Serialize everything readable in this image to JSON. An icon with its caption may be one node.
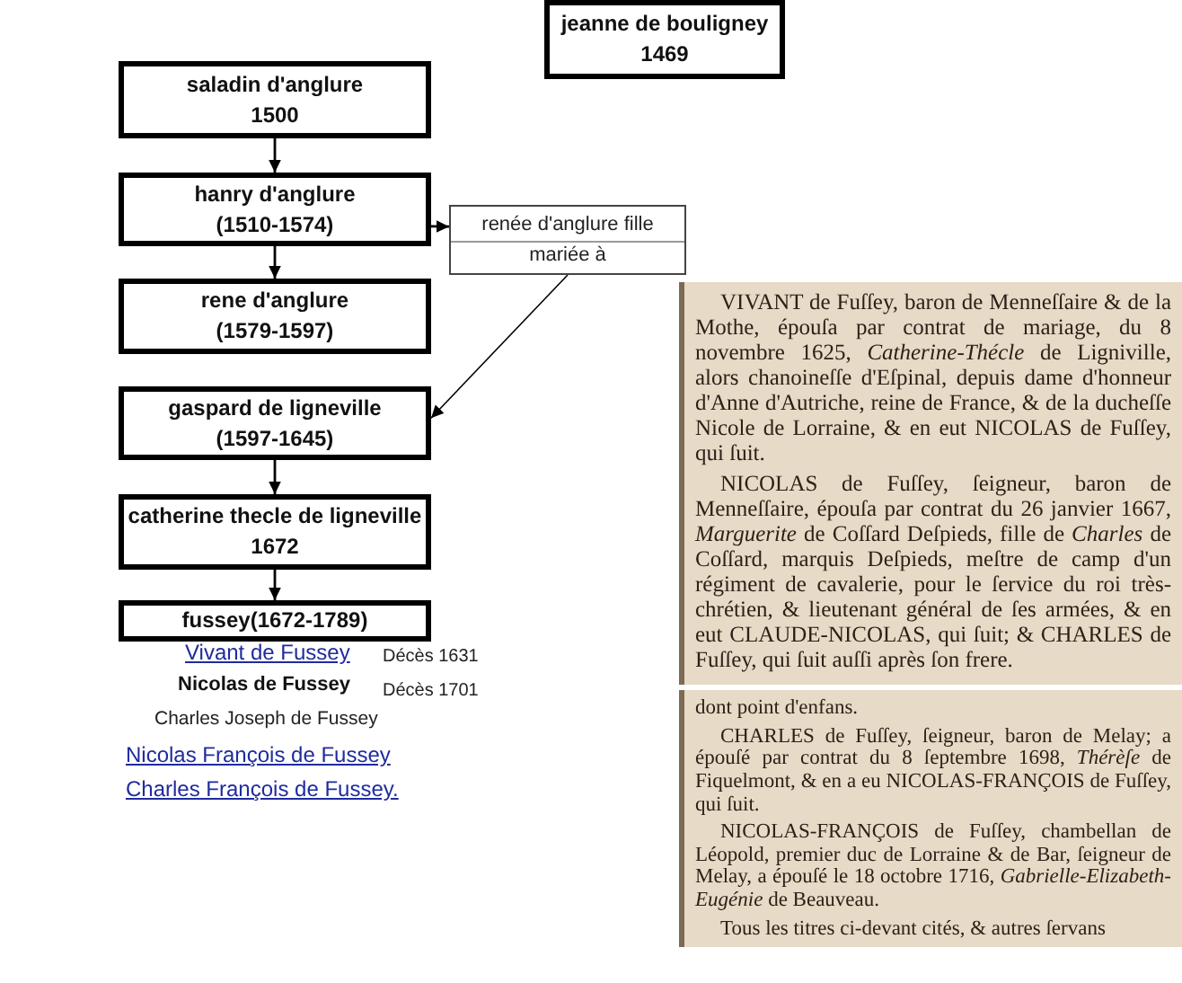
{
  "diagram": {
    "nodes": [
      {
        "text": [
          "jeanne de bouligney",
          "1469"
        ]
      },
      {
        "text": [
          "saladin d'anglure",
          "1500"
        ]
      },
      {
        "text": [
          "hanry d'anglure",
          "(1510-1574)"
        ]
      },
      {
        "text": [
          "renée d'anglure fille",
          "mariée à"
        ]
      },
      {
        "text": [
          "rene d'anglure",
          "(1579-1597)"
        ]
      },
      {
        "text": [
          "gaspard de ligneville",
          "(1597-1645)"
        ]
      },
      {
        "text": [
          "catherine thecle de ligneville",
          "1672"
        ]
      },
      {
        "text": [
          "fussey(1672-1789)"
        ]
      }
    ],
    "edges": [
      {
        "from": 1,
        "to": 2,
        "arrow": "to"
      },
      {
        "from": 2,
        "to": 3,
        "arrow": "to"
      },
      {
        "from": 2,
        "to": 4,
        "arrow": "to"
      },
      {
        "from": 3,
        "to": 5,
        "arrow": "to"
      },
      {
        "from": 5,
        "to": 6,
        "arrow": "to"
      },
      {
        "from": 6,
        "to": 7,
        "arrow": "to"
      }
    ],
    "labels": [
      "Vivant de Fussey",
      "Décès 1631",
      "Nicolas de Fussey",
      "Décès 1701",
      "Charles Joseph de Fussey",
      "Nicolas François de Fussey",
      "Charles François de Fussey.",
      "VIVANT de Fuſſey, baron de Menneſſaire & de la Mothe, épouſa par contrat de mariage, du 8 novembre 1625, *Catherine-Thécle* de Ligniville, alors chanoineſſe d'Eſpinal, depuis dame d'honneur d'Anne d'Autriche, reine de France, & de la ducheſſe Nicole de Lorraine, & en eut NICOLAS de Fuſſey, qui ſuit.",
      "NICOLAS de Fuſſey, ſeigneur, baron de Menneſſaire, épouſa par contrat du 26 janvier 1667, *Marguerite* de Coſſard Deſpieds, fille de *Charles* de Coſſard, marquis Deſpieds, meſtre de camp d'un régiment de cavalerie, pour le ſervice du roi très-chrétien, & lieutenant général de ſes armées, & en eut CLAUDE-NICOLAS, qui ſuit; & CHARLES de Fuſſey, qui ſuit auſſi après ſon frere.",
      "dont point d'enfans.",
      "CHARLES de Fuſſey, ſeigneur, baron de Melay; a épouſé par contrat du 8 ſeptembre 1698, *Thérèſe* de Fiquelmont, & en a eu NICOLAS-FRANÇOIS de Fuſſey, qui ſuit.",
      "NICOLAS-FRANÇOIS de Fuſſey, chambellan de Léopold, premier duc de Lorraine & de Bar, ſeigneur de Melay, a épouſé le 18 octobre 1716, *Gabrielle-Elizabeth-Eugénie* de Beauveau.",
      "Tous les titres ci-devant cités, & autres ſervans"
    ]
  }
}
